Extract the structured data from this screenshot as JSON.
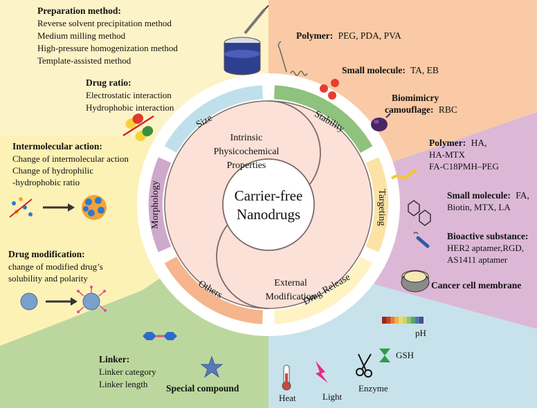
{
  "center": {
    "line1": "Carrier-free",
    "line2": "Nanodrugs"
  },
  "intrinsic": {
    "line1": "Intrinsic",
    "line2": "Physicochemical",
    "line3": "Properties"
  },
  "external": {
    "line1": "External",
    "line2": "Modification"
  },
  "ring": {
    "size": "Size",
    "stability": "Stability",
    "targeting": "Targeting",
    "drug_release": "Drug Release",
    "others": "Others",
    "morphology": "Morphology"
  },
  "preparation": {
    "title": "Preparation method:",
    "items": [
      "Reverse solvent precipitation method",
      "Medium milling method",
      "High-pressure homogenization method",
      "Template-assisted method"
    ]
  },
  "drug_ratio": {
    "title": "Drug ratio:",
    "items": [
      "Electrostatic interaction",
      "Hydrophobic interaction"
    ]
  },
  "stability": {
    "polymer_title": "Polymer:",
    "polymer_text": "PEG, PDA, PVA",
    "small_title": "Small molecule:",
    "small_text": "TA, EB",
    "bio_title1": "Biomimicry",
    "bio_title2": "camouflage:",
    "bio_text": "RBC"
  },
  "targeting": {
    "polymer_title": "Polymer:",
    "polymer_l1": "HA,",
    "polymer_l2": "HA-MTX",
    "polymer_l3": "FA-C18PMH–PEG",
    "small_title": "Small molecule:",
    "small_l1": "FA,",
    "small_l2": "Biotin, MTX, LA",
    "bio_title": "Bioactive substance:",
    "bio_l1": "HER2 aptamer,RGD,",
    "bio_l2": "AS1411 aptamer",
    "membrane": "Cancer cell membrane"
  },
  "release": {
    "ph": "pH",
    "gsh": "GSH",
    "heat": "Heat",
    "light": "Light",
    "enzyme": "Enzyme"
  },
  "morphology": {
    "inter_title": "Intermolecular action:",
    "inter_items": [
      "Change of intermolecular action",
      "Change of hydrophilic",
      "-hydrophobic ratio"
    ],
    "mod_title": "Drug modification:",
    "mod_items": [
      "change of modified drug’s",
      "solubility and polarity"
    ]
  },
  "others": {
    "linker_title": "Linker:",
    "linker_items": [
      "Linker category",
      "Linker length"
    ],
    "special": "Special compound"
  },
  "colors": {
    "size": "#fdf3c8",
    "stability": "#f9caa5",
    "targeting": "#dcb8d6",
    "release": "#c7e2ea",
    "others": "#bcd79e",
    "morphology": "#fdf2b5",
    "ring_size": "#bfe0ea",
    "ring_stability": "#8fc27d",
    "ring_targeting": "#fbe3a6",
    "ring_release": "#fff3c4",
    "ring_others": "#f6b58c",
    "ring_morphology": "#cfa9cb",
    "inner": "#fbe1d8",
    "wall": "#7a6b66"
  }
}
